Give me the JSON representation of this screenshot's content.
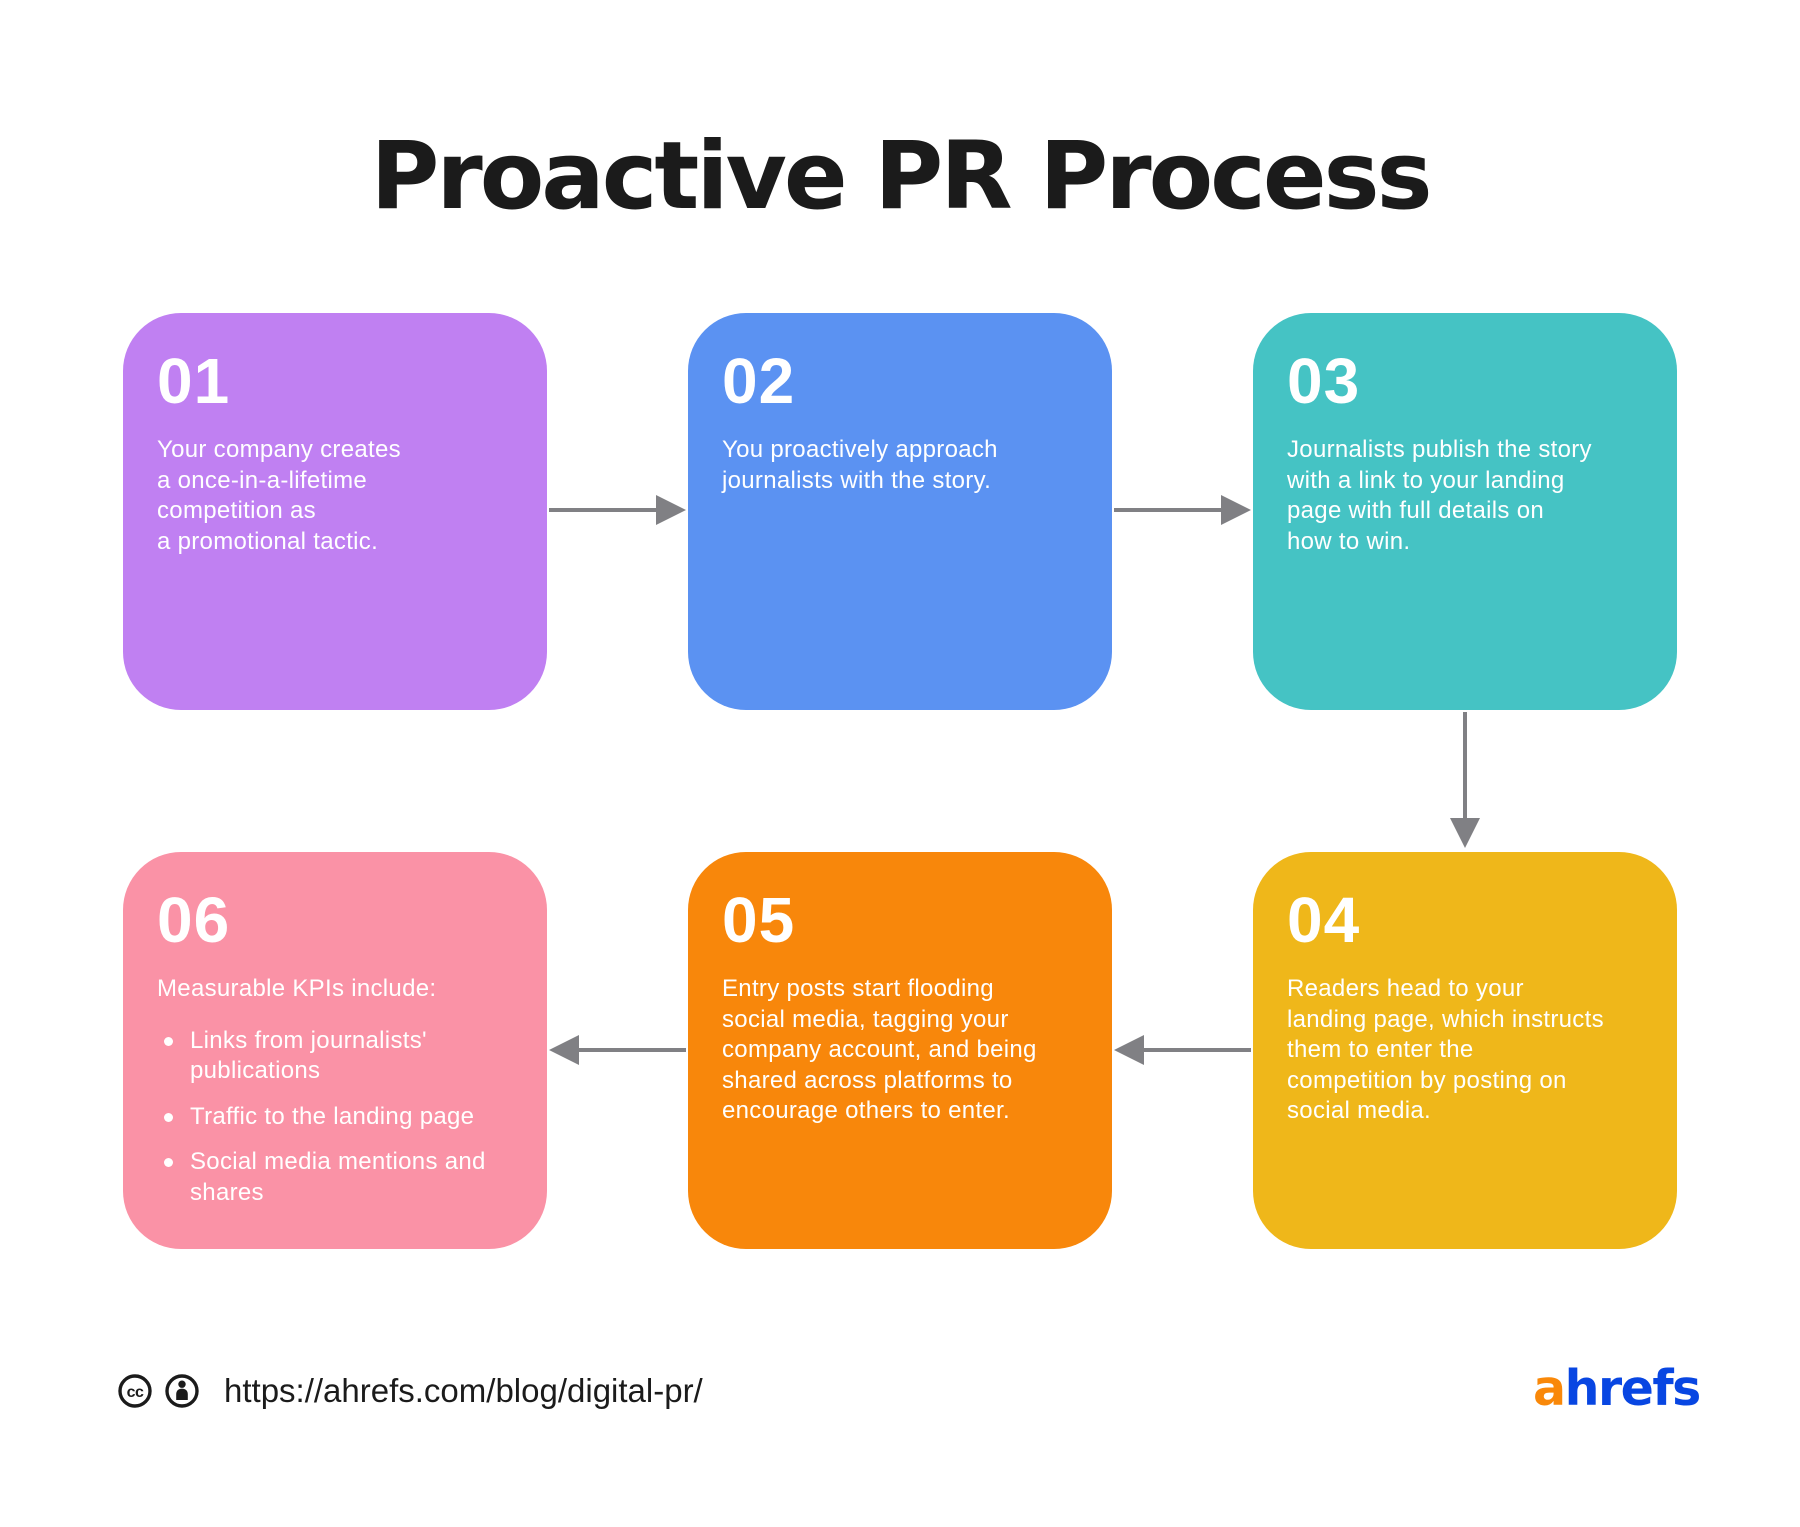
{
  "title": "Proactive PR Process",
  "cards": [
    {
      "number": "01",
      "color": "#c080f2",
      "text": "Your company creates\na once-in-a-lifetime\ncompetition as\na promotional tactic."
    },
    {
      "number": "02",
      "color": "#5b92f2",
      "text": "You proactively approach\njournalists with the story."
    },
    {
      "number": "03",
      "color": "#45c3c4",
      "text": "Journalists publish the story\nwith a link to your landing\npage with full details on\nhow to win."
    },
    {
      "number": "04",
      "color": "#efb71a",
      "text": "Readers head to your\nlanding page,  which instructs\nthem to enter the\ncompetition by posting on\nsocial media."
    },
    {
      "number": "05",
      "color": "#f8870b",
      "text": "Entry posts start flooding\nsocial media, tagging your\ncompany account, and being\nshared across platforms to\nencourage others to enter."
    },
    {
      "number": "06",
      "color": "#fa92a6",
      "heading": "Measurable KPIs include:",
      "bullets": [
        "Links from journalists'\npublications",
        "Traffic to the landing page",
        "Social media mentions and\nshares"
      ]
    }
  ],
  "footer": {
    "cc_text": "cc",
    "url": "https://ahrefs.com/blog/digital-pr/",
    "brand_a": "a",
    "brand_rest": "hrefs"
  },
  "colors": {
    "arrow": "#808084",
    "title": "#1b1b1b",
    "brand_orange": "#f98809",
    "brand_blue": "#0846e2"
  }
}
